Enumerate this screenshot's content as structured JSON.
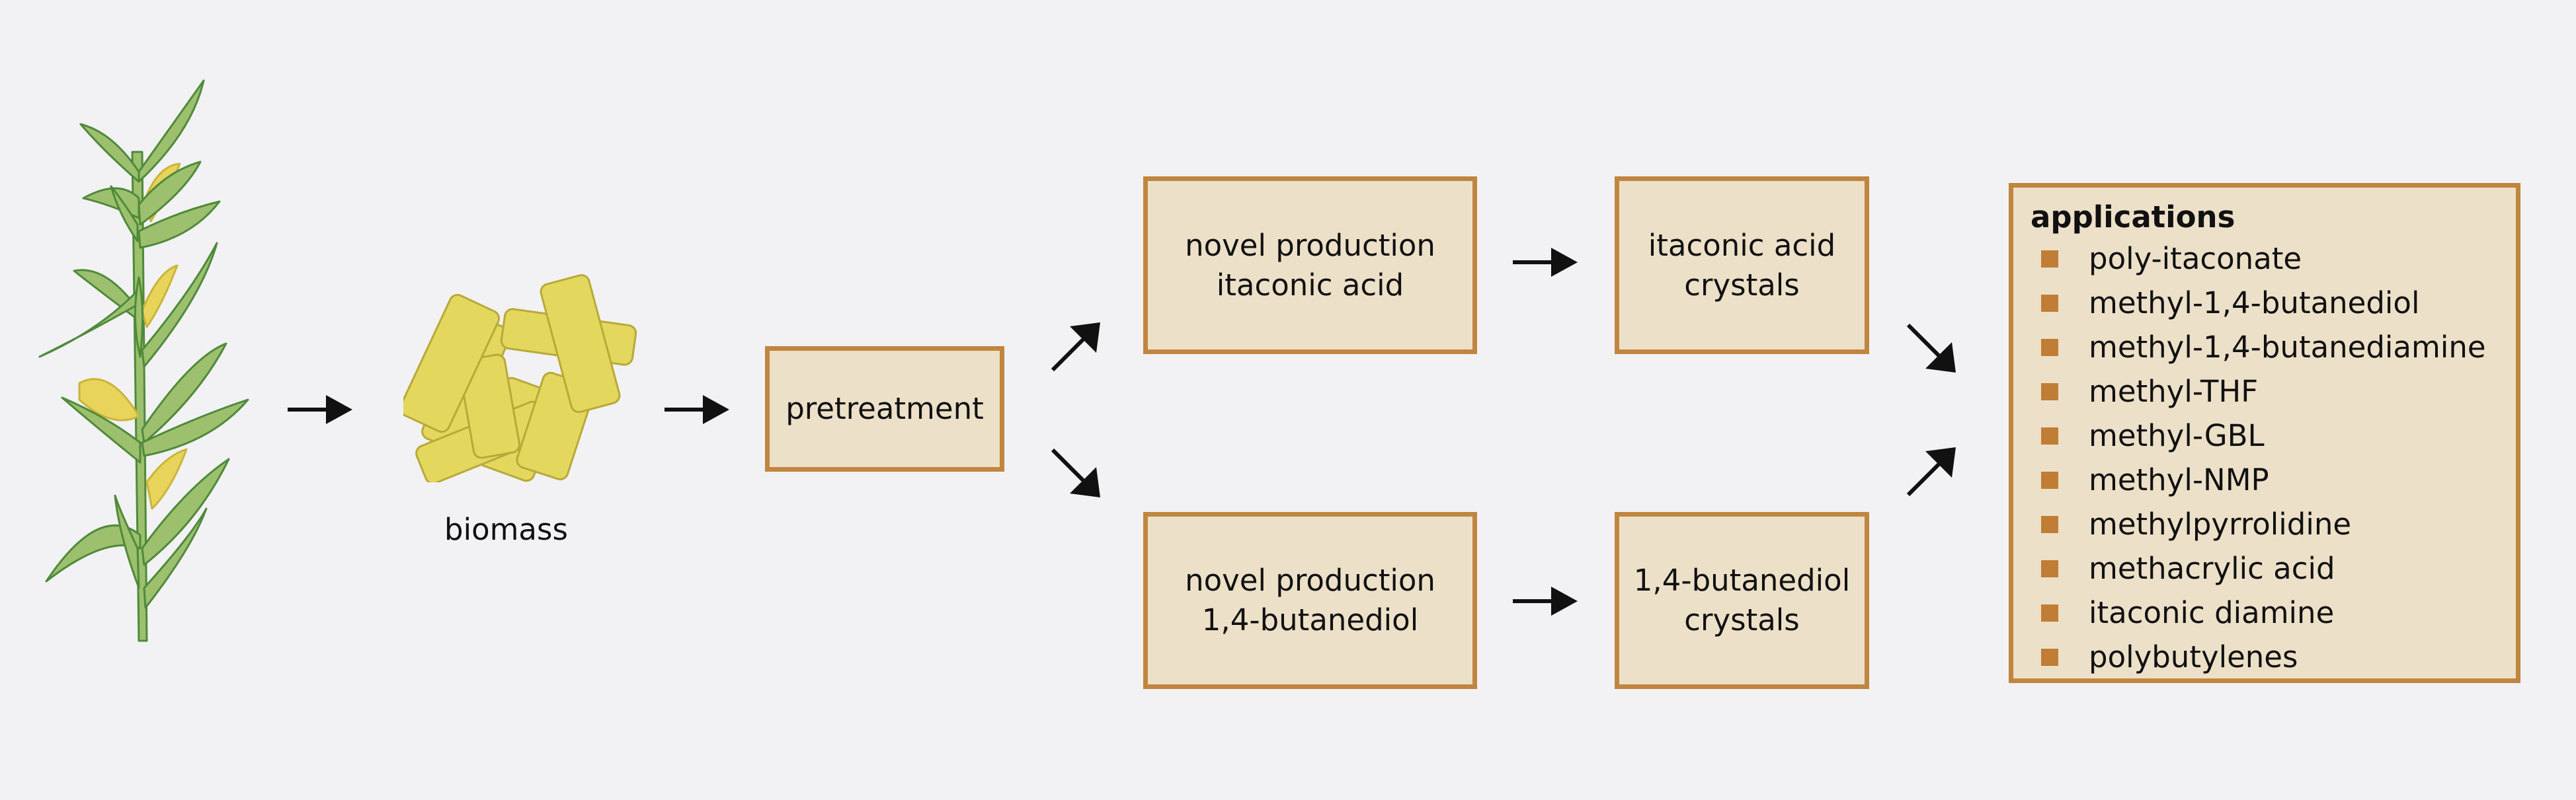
{
  "labels": {
    "biomass": "biomass"
  },
  "boxes": {
    "pretreatment": "pretreatment",
    "novel_itaconic_line1": "novel production",
    "novel_itaconic_line2": "itaconic acid",
    "itaconic_crystals_line1": "itaconic acid",
    "itaconic_crystals_line2": "crystals",
    "novel_butanediol_line1": "novel production",
    "novel_butanediol_line2": "1,4-butanediol",
    "butanediol_crystals_line1": "1,4-butanediol",
    "butanediol_crystals_line2": "crystals"
  },
  "applications": {
    "title": "applications",
    "items": [
      "poly-itaconate",
      "methyl-1,4-butanediol",
      "methyl-1,4-butanediamine",
      "methyl-THF",
      "methyl-GBL",
      "methyl-NMP",
      "methylpyrrolidine",
      "methacrylic acid",
      "itaconic diamine",
      "polybutylenes"
    ]
  },
  "colors": {
    "box_fill": "#ece0c8",
    "box_border": "#c08640",
    "bullet": "#c07d35",
    "plant_leaf": "#9cc06e",
    "plant_outline": "#4f8a3b",
    "biomass_fill": "#e3d75e",
    "biomass_outline": "#b8a93a"
  },
  "icons": {
    "plant": "plant-icon",
    "biomass": "biomass-pile-icon",
    "arrow": "arrow-icon"
  }
}
